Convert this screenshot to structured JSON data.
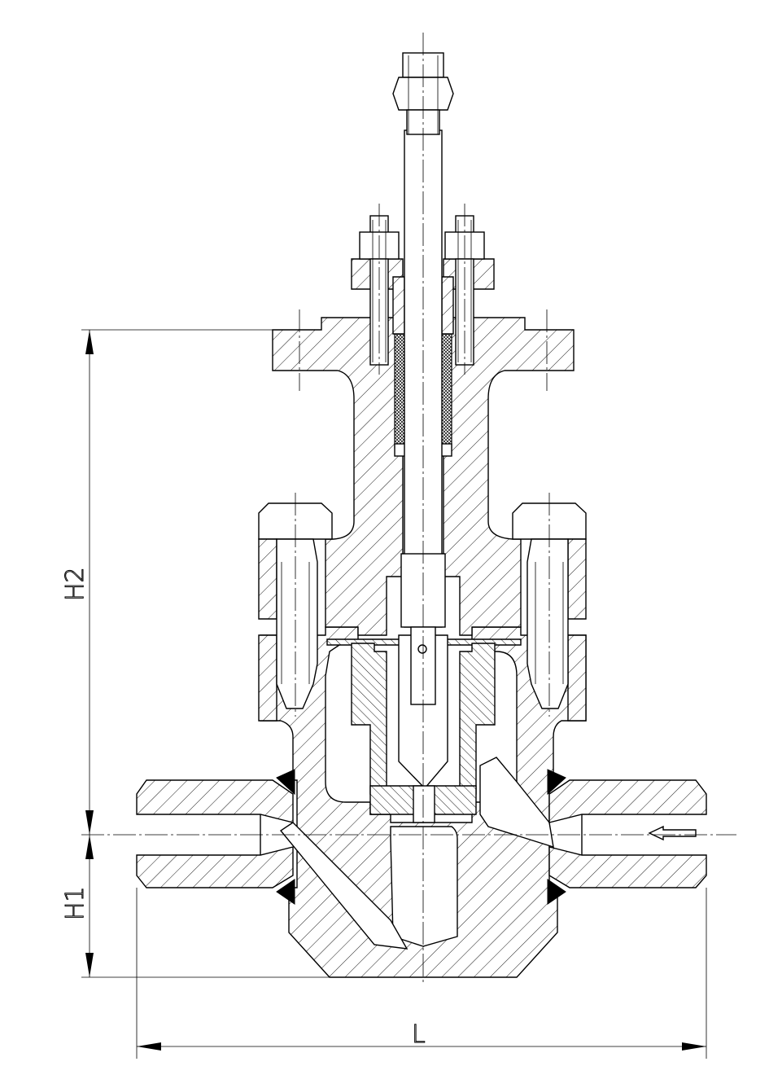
{
  "drawing": {
    "dimensions": {
      "h2_label": "H2",
      "h1_label": "H1",
      "l_label": "L"
    },
    "flow_direction": "right-to-left",
    "colors": {
      "line": "#000000",
      "background": "#ffffff"
    }
  }
}
